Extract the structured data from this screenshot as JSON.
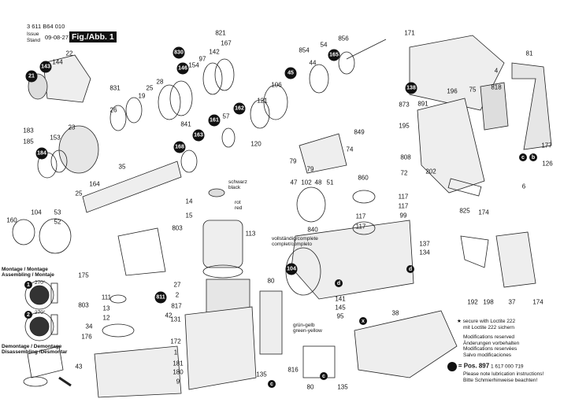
{
  "header": {
    "doc_number": "3 611 B64 010",
    "issue_label": "Issue\nStand",
    "date": "09-08-27",
    "figure": "Fig./Abb. 1"
  },
  "part_labels": [
    "171",
    "22",
    "144",
    "821",
    "167",
    "142",
    "97",
    "154",
    "856",
    "854",
    "44",
    "54",
    "81",
    "831",
    "19",
    "25",
    "28",
    "106",
    "4",
    "818",
    "75",
    "196",
    "26",
    "57",
    "121",
    "891",
    "873",
    "183",
    "185",
    "153",
    "23",
    "841",
    "849",
    "195",
    "120",
    "74",
    "808",
    "79",
    "79",
    "177",
    "35",
    "72",
    "860",
    "126",
    "202",
    "6",
    "164",
    "25",
    "47",
    "102",
    "48",
    "51",
    "14",
    "15",
    "117",
    "117",
    "117",
    "117",
    "99",
    "825",
    "174",
    "160",
    "104",
    "53",
    "52",
    "803",
    "840",
    "113",
    "137",
    "134",
    "175",
    "27",
    "2",
    "111",
    "817",
    "803",
    "13",
    "12",
    "42",
    "80",
    "141",
    "145",
    "95",
    "38",
    "192",
    "198",
    "37",
    "174",
    "34",
    "176",
    "131",
    "172",
    "1",
    "181",
    "180",
    "43",
    "9",
    "816",
    "135",
    "80",
    "135"
  ],
  "lubrication_markers": [
    "21",
    "143",
    "830",
    "146",
    "165",
    "45",
    "162",
    "161",
    "163",
    "168",
    "184",
    "138",
    "104",
    "811"
  ],
  "letters": [
    "c",
    "b",
    "d",
    "x",
    "c",
    "c",
    "d"
  ],
  "wire_labels": {
    "black": "schwarz\nblack",
    "red": "rot\nred",
    "complete": "vollständig/complete\ncomplet/completo",
    "green_yellow": "grün-gelb\ngreen-yellow"
  },
  "assembly": {
    "title": "Montage / Montage\nAssembling / Montaje",
    "step1": "1",
    "step2": "2",
    "angle": "270°",
    "disassembly_title": "Demontage / Demontage\nDisassembling /Desmontar"
  },
  "notes": {
    "star": "★",
    "loctite": [
      "secure with Loctite 222",
      "mit Loctite 222 sichern"
    ],
    "modifications": [
      "Modifications reserved",
      "Änderungen vorbehalten",
      "Modifications reservées",
      "Salvo modificaciones"
    ],
    "lube_eq": "= Pos.  897",
    "lube_part": "1 617 000 719",
    "lube_text": [
      "Please note lubrication instructions!",
      "Bitte Schmierhinweise beachten!"
    ]
  }
}
